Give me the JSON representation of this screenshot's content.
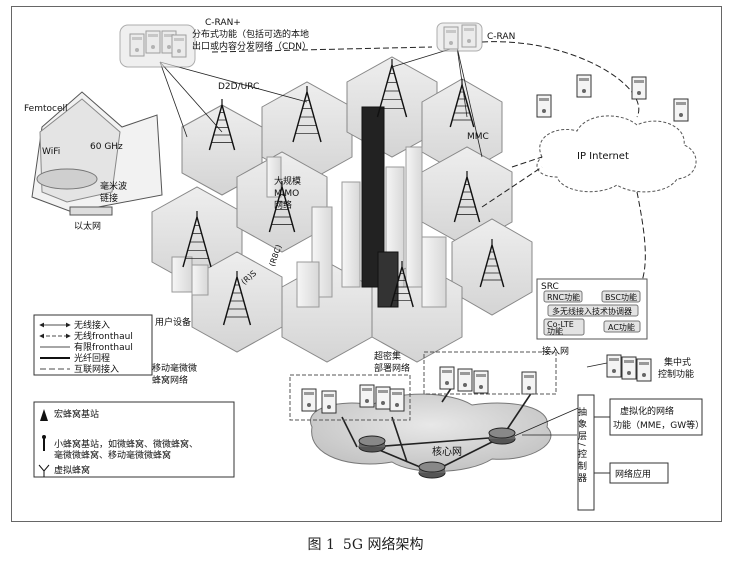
{
  "caption": {
    "number": "图 1",
    "title": "5G 网络架构"
  },
  "labels": {
    "cran_plus": [
      "C-RAN+",
      "分布式功能（包括可选的本地",
      "出口或内容分发网络（CDN）"
    ],
    "cran": "C-RAN",
    "d2d": "D2D/URC",
    "femtocell": "Femtocell",
    "wifi": "WiFi",
    "ghz60": "60 GHz",
    "mmwave": [
      "毫米波",
      "链接"
    ],
    "ethernet": "以太网",
    "mimo": [
      "大规模",
      "MIMO",
      "网络"
    ],
    "mmc": "MMC",
    "ip_internet": "IP Internet",
    "src": "SRC",
    "rnc": "RNC功能",
    "bsc": "BSC功能",
    "coord": "多无线接入技术协调器",
    "coltf": [
      "Co-LTE",
      "功能"
    ],
    "ac": "AC功能",
    "access_net": "接入网",
    "central_ctrl": [
      "集中式",
      "控制功能"
    ],
    "user_eq": "用户设备",
    "mobile_femto": [
      "移动毫微微",
      "蜂窝网络"
    ],
    "dense": [
      "超密集",
      "部署网络"
    ],
    "core_net": "核心网",
    "abstraction": "抽象层/控制器",
    "virtual_fn": [
      "虚拟化的网络",
      "功能（MME，GW等）"
    ],
    "net_app": "网络应用",
    "r8c": "(R8C)",
    "alias_left": "(R)S"
  },
  "legend_lines": [
    {
      "name": "wireless-access",
      "label": "无线接入"
    },
    {
      "name": "wireless-fronthaul",
      "label": "无线fronthaul"
    },
    {
      "name": "wired-fronthaul",
      "label": "有限fronthaul"
    },
    {
      "name": "fiber-backhaul",
      "label": "光纤回程"
    },
    {
      "name": "internet-access",
      "label": "互联网接入"
    }
  ],
  "legend_icons": [
    {
      "name": "macro",
      "icon": "macro-tower-icon",
      "label": "宏蜂窝基站"
    },
    {
      "name": "small",
      "icon": "small-cell-icon",
      "label": [
        "小蜂窝基站，如微蜂窝、微微蜂窝、",
        "毫微微蜂窝、移动毫微微蜂窝"
      ]
    },
    {
      "name": "virtual",
      "icon": "virtual-cell-icon",
      "label": "虚拟蜂窝"
    }
  ]
}
